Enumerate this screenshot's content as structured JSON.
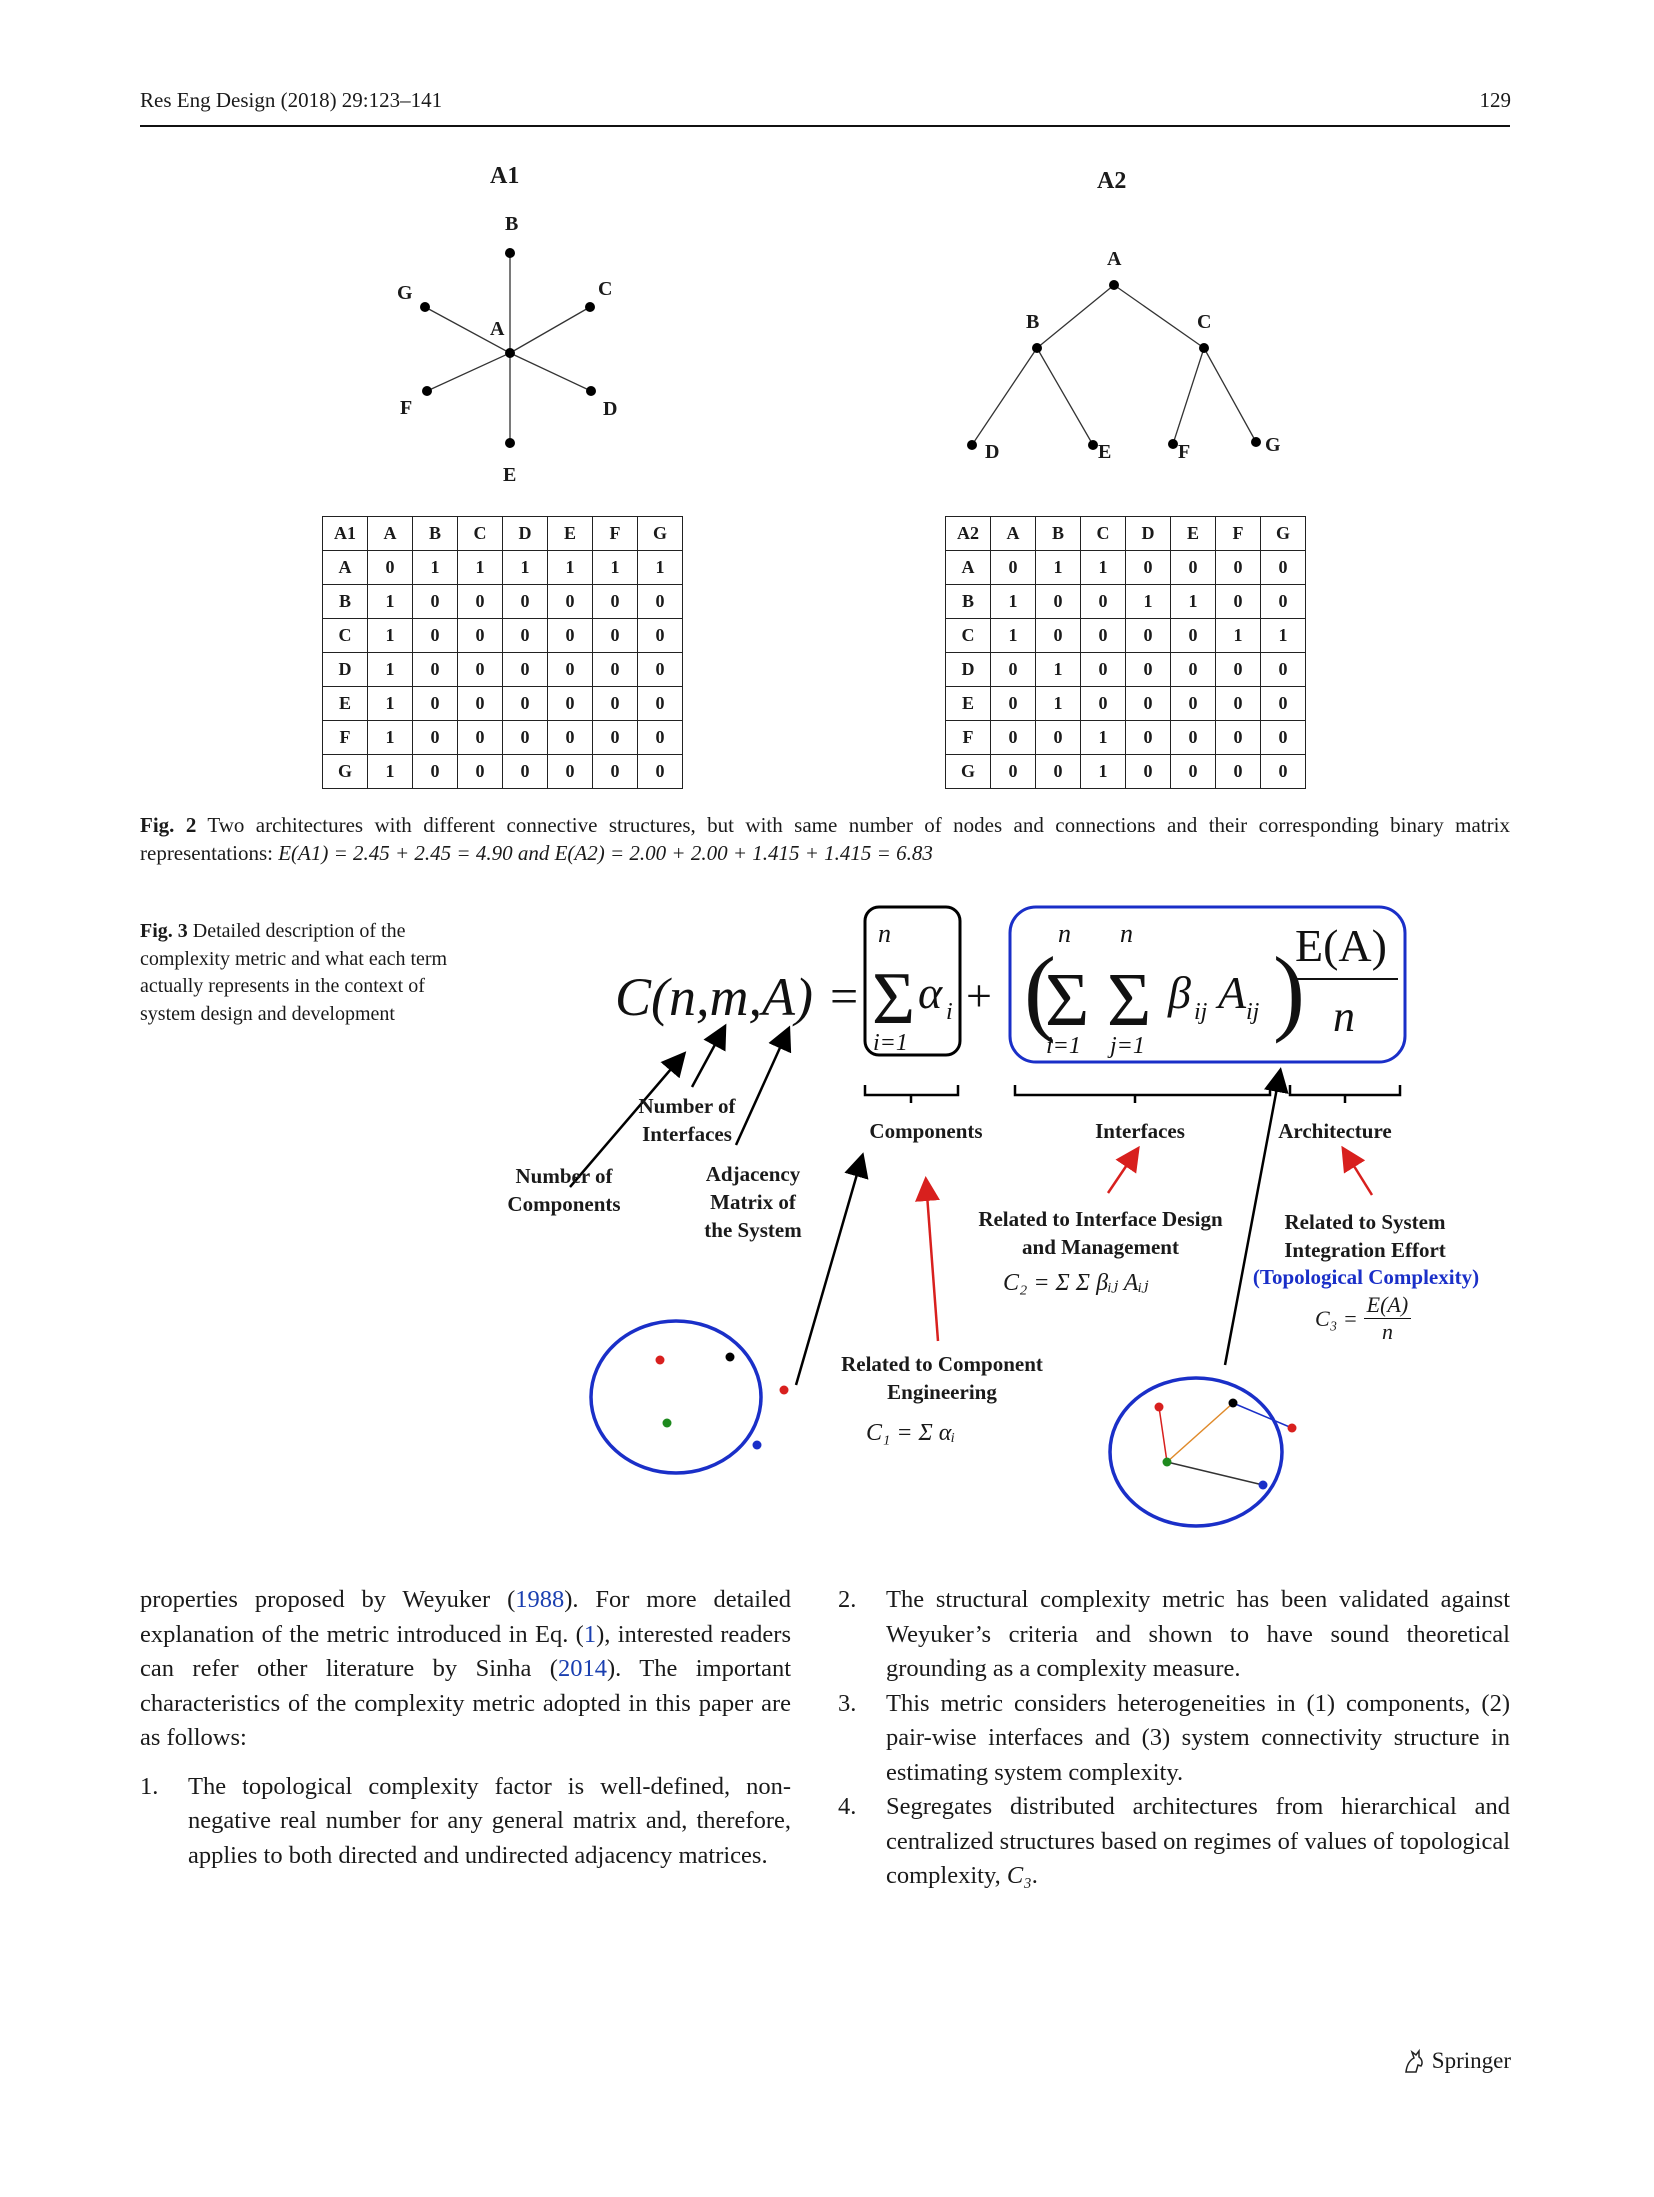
{
  "header": {
    "running_head": "Res Eng Design (2018) 29:123–141",
    "page_number": "129"
  },
  "fig2": {
    "graph_a1": {
      "title": "A1",
      "nodes": [
        "A",
        "B",
        "C",
        "D",
        "E",
        "F",
        "G"
      ]
    },
    "graph_a2": {
      "title": "A2",
      "nodes": [
        "A",
        "B",
        "C",
        "D",
        "E",
        "F",
        "G"
      ]
    },
    "matrix_a1": {
      "corner": "A1",
      "columns": [
        "A",
        "B",
        "C",
        "D",
        "E",
        "F",
        "G"
      ],
      "rows": [
        {
          "label": "A",
          "values": [
            "0",
            "1",
            "1",
            "1",
            "1",
            "1",
            "1"
          ]
        },
        {
          "label": "B",
          "values": [
            "1",
            "0",
            "0",
            "0",
            "0",
            "0",
            "0"
          ]
        },
        {
          "label": "C",
          "values": [
            "1",
            "0",
            "0",
            "0",
            "0",
            "0",
            "0"
          ]
        },
        {
          "label": "D",
          "values": [
            "1",
            "0",
            "0",
            "0",
            "0",
            "0",
            "0"
          ]
        },
        {
          "label": "E",
          "values": [
            "1",
            "0",
            "0",
            "0",
            "0",
            "0",
            "0"
          ]
        },
        {
          "label": "F",
          "values": [
            "1",
            "0",
            "0",
            "0",
            "0",
            "0",
            "0"
          ]
        },
        {
          "label": "G",
          "values": [
            "1",
            "0",
            "0",
            "0",
            "0",
            "0",
            "0"
          ]
        }
      ]
    },
    "matrix_a2": {
      "corner": "A2",
      "columns": [
        "A",
        "B",
        "C",
        "D",
        "E",
        "F",
        "G"
      ],
      "rows": [
        {
          "label": "A",
          "values": [
            "0",
            "1",
            "1",
            "0",
            "0",
            "0",
            "0"
          ]
        },
        {
          "label": "B",
          "values": [
            "1",
            "0",
            "0",
            "1",
            "1",
            "0",
            "0"
          ]
        },
        {
          "label": "C",
          "values": [
            "1",
            "0",
            "0",
            "0",
            "0",
            "1",
            "1"
          ]
        },
        {
          "label": "D",
          "values": [
            "0",
            "1",
            "0",
            "0",
            "0",
            "0",
            "0"
          ]
        },
        {
          "label": "E",
          "values": [
            "0",
            "1",
            "0",
            "0",
            "0",
            "0",
            "0"
          ]
        },
        {
          "label": "F",
          "values": [
            "0",
            "0",
            "1",
            "0",
            "0",
            "0",
            "0"
          ]
        },
        {
          "label": "G",
          "values": [
            "0",
            "0",
            "1",
            "0",
            "0",
            "0",
            "0"
          ]
        }
      ]
    },
    "caption": {
      "label": "Fig. 2",
      "text": "Two architectures with different connective structures, but with same number of nodes and connections and their corresponding binary matrix representations:",
      "formula": "E(A1) = 2.45 + 2.45 = 4.90 and E(A2) = 2.00 + 2.00 + 1.415 + 1.415 = 6.83"
    }
  },
  "fig3": {
    "caption": {
      "label": "Fig. 3",
      "text": "Detailed description of the complexity metric and what each term actually represents in the context of system design and development"
    },
    "formula": {
      "lhs": "C(n,m,A)",
      "equals": "=",
      "plus": "+",
      "sum_upper": "n",
      "sum_lower_i": "i=1",
      "sum_lower_j": "j=1",
      "alpha": "α",
      "alpha_sub": "i",
      "beta": "β",
      "beta_sub": "ij",
      "a_term": "A",
      "a_sub": "ij",
      "frac_num": "E(A)",
      "frac_den": "n"
    },
    "labels": {
      "num_components": "Number of Components",
      "num_interfaces": "Number of Interfaces",
      "adjacency": "Adjacency Matrix of the System",
      "components": "Components",
      "interfaces": "Interfaces",
      "architecture": "Architecture",
      "interface_related": "Related to Interface Design and Management",
      "system_related": "Related to System Integration Effort",
      "topological": "(Topological Complexity)",
      "component_related": "Related to Component Engineering",
      "c1": "C₁ = Σ αᵢ",
      "c2": "C₂ = Σ Σ βᵢⱼ Aᵢⱼ",
      "c3_lhs": "C₃ =",
      "c3_num": "E(A)",
      "c3_den": "n"
    }
  },
  "body": {
    "left_para": [
      {
        "t": "properties proposed by Weyuker ("
      },
      {
        "t": "1988",
        "ref": true
      },
      {
        "t": "). For more detailed explanation of the metric introduced in Eq. ("
      },
      {
        "t": "1",
        "ref": true
      },
      {
        "t": "), interested readers can refer other literature by Sinha ("
      },
      {
        "t": "2014",
        "ref": true
      },
      {
        "t": "). The important characteristics of the complexity metric adopted in this paper are as follows:"
      }
    ],
    "items": [
      {
        "num": "1.",
        "text": "The topological complexity factor is well-defined, non-negative real number for any general matrix and, therefore, applies to both directed and undirected adjacency matrices."
      },
      {
        "num": "2.",
        "text": "The structural complexity metric has been validated against Weyuker’s criteria and shown to have sound theoretical grounding as a complexity measure."
      },
      {
        "num": "3.",
        "text": "This metric considers heterogeneities in (1) components, (2) pair-wise interfaces and (3) system connectivity structure in estimating system complexity."
      },
      {
        "num": "4.",
        "text": "Segregates distributed architectures from hierarchical and centralized structures based on regimes of values of topological complexity,"
      }
    ],
    "item4_symbol": "C₃",
    "item4_end": "."
  },
  "footer": {
    "publisher": "Springer"
  },
  "colors": {
    "blue": "#1a2fc8",
    "red": "#d8201e",
    "orange": "#e08a2a",
    "green": "#1e8a1e"
  }
}
